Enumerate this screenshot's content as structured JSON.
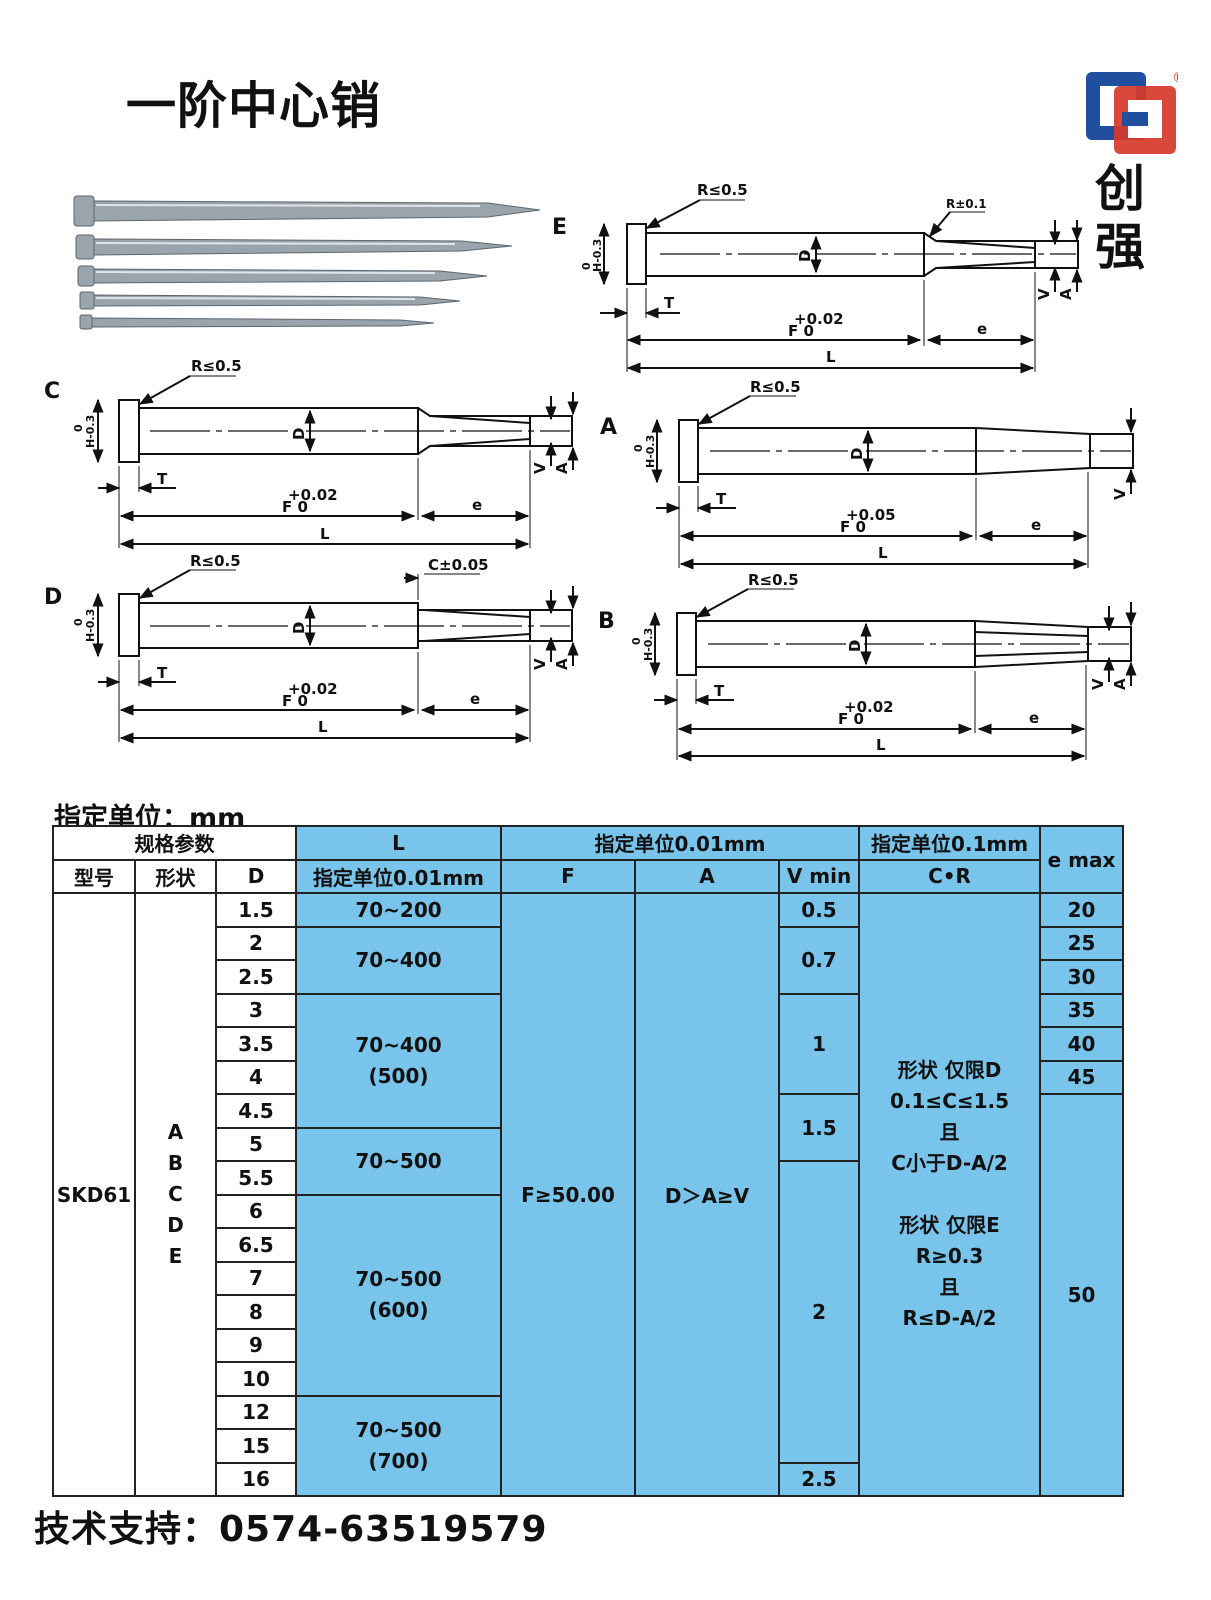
{
  "title": "一阶中心销",
  "brand": {
    "name": "创强",
    "registered_mark": "®"
  },
  "drawings": {
    "E": {
      "label": "E",
      "r_head": "R≤0.5",
      "r_tip": "R±0.1",
      "h_tol": "0\nH-0.3",
      "d": "D",
      "t": "T",
      "f_tol_top": "+0.02",
      "f_tol": "F  0",
      "e": "e",
      "l": "L",
      "v": "V",
      "a": "A"
    },
    "C": {
      "label": "C",
      "r_head": "R≤0.5",
      "h_tol": "0\nH-0.3",
      "d": "D",
      "t": "T",
      "f_tol_top": "+0.02",
      "f_tol": "F  0",
      "e": "e",
      "l": "L",
      "v": "V",
      "a": "A"
    },
    "A": {
      "label": "A",
      "r_head": "R≤0.5",
      "h_tol": "0\nH-0.3",
      "d": "D",
      "t": "T",
      "f_tol_top": "+0.05",
      "f_tol": "F  0",
      "e": "e",
      "l": "L",
      "v": "V"
    },
    "D": {
      "label": "D",
      "r_head": "R≤0.5",
      "c_tol": "C±0.05",
      "h_tol": "0\nH-0.3",
      "d": "D",
      "t": "T",
      "f_tol_top": "+0.02",
      "f_tol": "F  0",
      "e": "e",
      "l": "L",
      "v": "V",
      "a": "A"
    },
    "B": {
      "label": "B",
      "r_head": "R≤0.5",
      "h_tol": "0\nH-0.3",
      "d": "D",
      "t": "T",
      "f_tol_top": "+0.02",
      "f_tol": "F  0",
      "e": "e",
      "l": "L",
      "v": "V",
      "a": "A"
    }
  },
  "unit_label": "指定单位：mm",
  "table": {
    "header": {
      "spec": "规格参数",
      "l": "L",
      "group_001": "指定单位0.01mm",
      "group_01": "指定单位0.1mm",
      "e_max": "e max",
      "model": "型号",
      "shape": "形状",
      "d": "D",
      "l_unit": "指定单位0.01mm",
      "f": "F",
      "a": "A",
      "v_min": "V min",
      "cr": "C•R"
    },
    "model": "SKD61",
    "shapes": "A\nB\nC\nD\nE",
    "d_values": [
      "1.5",
      "2",
      "2.5",
      "3",
      "3.5",
      "4",
      "4.5",
      "5",
      "5.5",
      "6",
      "6.5",
      "7",
      "8",
      "9",
      "10",
      "12",
      "15",
      "16"
    ],
    "l_ranges": [
      "70~200",
      "70~400",
      "70~400\n(500)",
      "70~500",
      "70~500\n(600)",
      "70~500\n(700)"
    ],
    "f": "F≥50.00",
    "a": "D＞A≥V",
    "v_min": [
      "0.5",
      "0.7",
      "1",
      "1.5",
      "2",
      "2.5"
    ],
    "cr": "形状 仅限D\n0.1≤C≤1.5\n且\nC小于D-A/2\n\n形状 仅限E\nR≥0.3\n且\nR≤D-A/2",
    "e_max": [
      "20",
      "25",
      "30",
      "35",
      "40",
      "45",
      "50"
    ]
  },
  "support": "技术支持：0574-63519579"
}
